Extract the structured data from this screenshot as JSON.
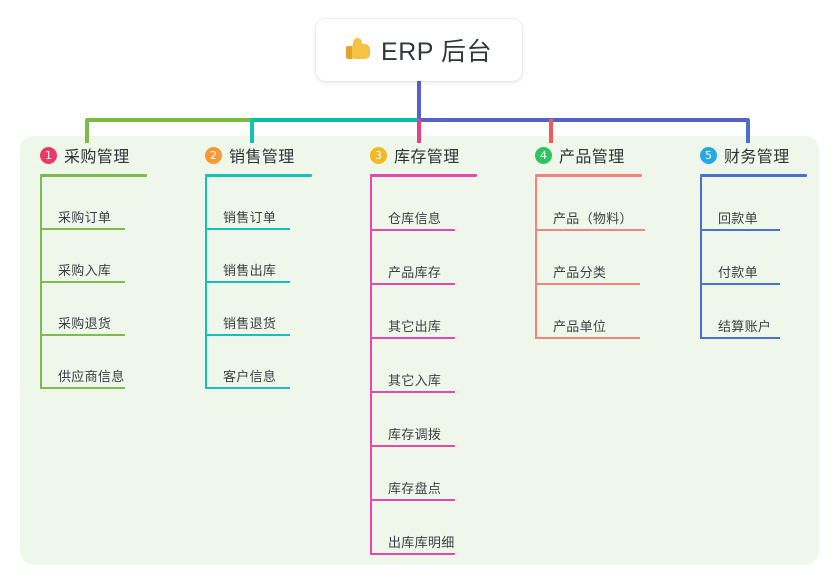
{
  "root": {
    "icon": "thumbs-up-icon",
    "title": "ERP 后台"
  },
  "palette": {
    "panel_bg": "#eef7e9",
    "page_bg": "#ffffff",
    "stem": "#5560c8",
    "bar_green": "#79bb3f",
    "bar_teal": "#06bfae",
    "bar_blue": "#5560c8",
    "text": "#3a3f45"
  },
  "columns": [
    {
      "index": "1",
      "title": "采购管理",
      "badge_color": "#ea3a6a",
      "line_color": "#7ebb4e",
      "stub_color": "#7ebb4e",
      "items": [
        "采购订单",
        "采购入库",
        "采购退货",
        "供应商信息"
      ]
    },
    {
      "index": "2",
      "title": "销售管理",
      "badge_color": "#f59a35",
      "line_color": "#12c3b4",
      "stub_color": "#12c3b4",
      "items": [
        "销售订单",
        "销售出库",
        "销售退货",
        "客户信息"
      ]
    },
    {
      "index": "3",
      "title": "库存管理",
      "badge_color": "#f5b824",
      "line_color": "#e548a8",
      "stub_color": "#ea3f86",
      "items": [
        "仓库信息",
        "产品库存",
        "其它出库",
        "其它入库",
        "库存调拨",
        "库存盘点",
        "出库库明细"
      ]
    },
    {
      "index": "4",
      "title": "产品管理",
      "badge_color": "#2ec45f",
      "line_color": "#f4837c",
      "stub_color": "#f15a5a",
      "items": [
        "产品（物料）",
        "产品分类",
        "产品单位"
      ]
    },
    {
      "index": "5",
      "title": "财务管理",
      "badge_color": "#26a8e6",
      "line_color": "#4b6fcc",
      "stub_color": "#4b6fcc",
      "items": [
        "回款单",
        "付款单",
        "结算账户"
      ]
    }
  ]
}
